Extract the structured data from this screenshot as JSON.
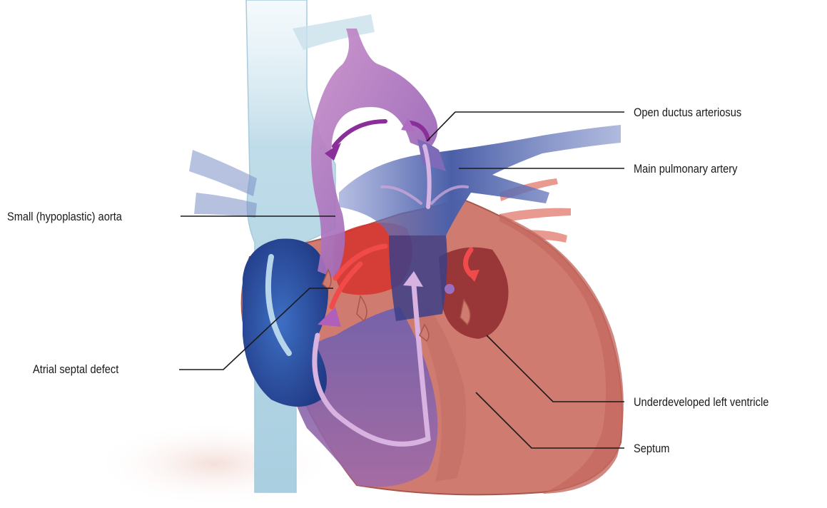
{
  "labels": {
    "ductus": "Open ductus arteriosus",
    "pulmonary": "Main pulmonary artery",
    "aorta": "Small (hypoplastic) aorta",
    "asd": "Atrial septal defect",
    "ventricle": "Underdeveloped left ventricle",
    "septum": "Septum"
  },
  "colors": {
    "vena_cava": "#b9d8e6",
    "right_atrium": "#2c4f9e",
    "myocardium": "#cf7a6e",
    "pulmonary_artery": "#4a5fa6",
    "aorta": "#a164b6",
    "oxygenated_flow": "#f04a4a",
    "mixed_flow": "#c79ad6",
    "leader_line": "#1a1a1a"
  }
}
